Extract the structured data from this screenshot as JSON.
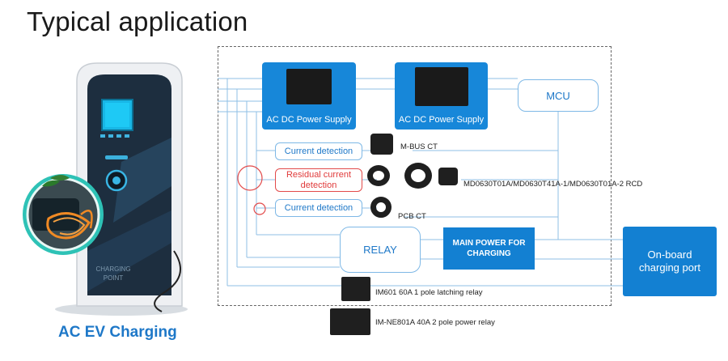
{
  "title": "Typical application",
  "ev_label": "AC EV Charging",
  "charger_screen_text": "CHARGING\nPOINT",
  "power_supply_left": "AC DC Power Supply",
  "power_supply_right": "AC DC Power Supply",
  "mcu": "MCU",
  "current_detection_top": "Current detection",
  "residual_current_detection": "Residual current detection",
  "current_detection_bottom": "Current detection",
  "relay": "RELAY",
  "main_power": "MAIN POWER FOR CHARGING",
  "onboard_port": "On-board charging port",
  "parts": {
    "mbus_ct": "M-BUS CT",
    "rcd": "MD0630T01A/MD0630T41A-1/MD0630T01A-2 RCD",
    "pcb_ct": "PCB CT",
    "latching_relay": "IM601 60A 1 pole latching relay",
    "power_relay": "IM-NE801A 40A 2 pole power relay"
  },
  "colors": {
    "blue": "#1787d9",
    "dark_blue": "#1380d2",
    "outline_blue": "#7eb8e6",
    "red": "#e24a4a",
    "label_blue": "#1e78c8",
    "line": "#8fbfe6"
  }
}
